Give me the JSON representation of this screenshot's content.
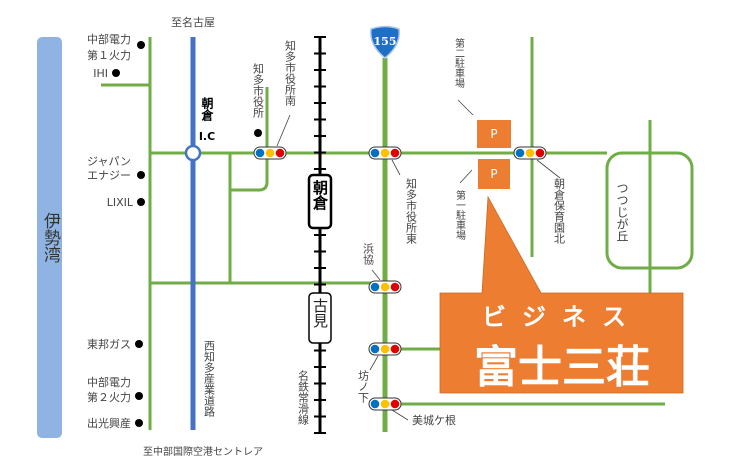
{
  "colors": {
    "road": "#70ad47",
    "expressway": "#4472c4",
    "bay": "#8fb4e3",
    "accent": "#ed7d31",
    "route_shield": "#1f6fc4",
    "signal_blue": "#0070c0",
    "signal_yellow": "#ffc000",
    "signal_red": "#e00000"
  },
  "directions": {
    "north": "至名古屋",
    "south": "至中部国際空港セントレア"
  },
  "bay": "伊勢湾",
  "route_number": "155",
  "interchange": {
    "name_line1": "朝倉",
    "name_line2": "I.C"
  },
  "stations": {
    "asakura": "朝倉",
    "furumi": "古見"
  },
  "railway": "名鉄常滑線",
  "expressway": "西知多産業道路",
  "landmarks_left": [
    "中部電力\n第１火力",
    "IHI",
    "ジャパン\nエナジー",
    "LIXIL",
    "東邦ガス",
    "中部電力\n第２火力",
    "出光興産"
  ],
  "landmarks_left_lines": {
    "chubu1_a": "中部電力",
    "chubu1_b": "第１火力",
    "ihi": "IHI",
    "japan_a": "ジャパン",
    "japan_b": "エナジー",
    "lixil": "LIXIL",
    "toho": "東邦ガス",
    "chubu2_a": "中部電力",
    "chubu2_b": "第２火力",
    "idemitsu": "出光興産"
  },
  "city_hall": "知多市役所",
  "signals": {
    "city_hall_south": "知多市役所南",
    "city_hall_east": "知多市役所東",
    "hamakyo": "浜協",
    "bonoshita": "坊ノ下",
    "mishirogane": "美城ケ根",
    "nursery_north": "朝倉保育園北"
  },
  "parking": {
    "symbol": "P",
    "second": "第二駐車場",
    "first": "第一駐車場"
  },
  "area": "つつじが丘",
  "business": {
    "line1": "ビジネス",
    "line2": "富士三荘"
  }
}
